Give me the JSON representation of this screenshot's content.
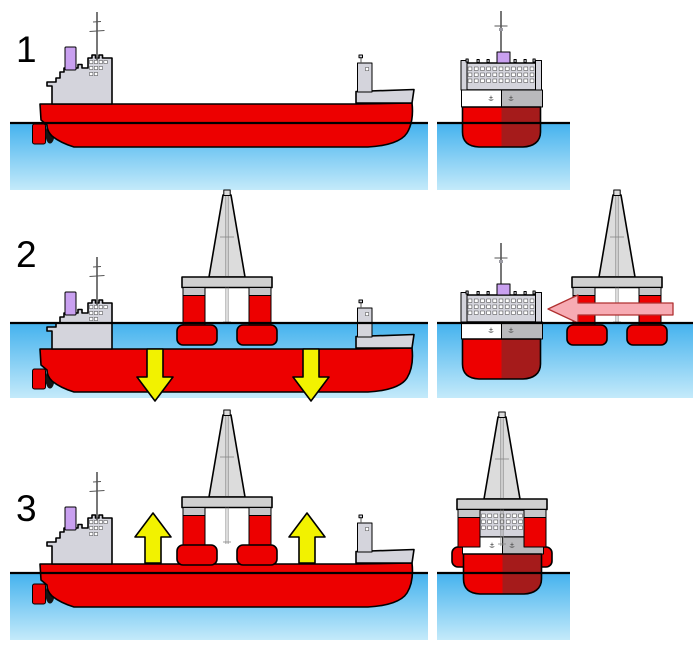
{
  "steps": [
    {
      "label": "1"
    },
    {
      "label": "2"
    },
    {
      "label": "3"
    }
  ],
  "icons": {
    "ballast_down_arrow": "arrow-down",
    "ballast_up_arrow": "arrow-up",
    "float_over_arrow": "arrow-left",
    "anchor_mark": "anchor"
  },
  "colors": {
    "hull_red": "#ED0000",
    "hull_dark_red": "#A51B1B",
    "superstructure_gray": "#D4D4DC",
    "band_gray": "#B9B9BC",
    "derrick_gray": "#DCDCDC",
    "beam_gray": "#D0D0D0",
    "cap_gray": "#C6C6C9",
    "funnel_purple": "#C9A0F0",
    "water_top": "#44B2EE",
    "water_bottom": "#C4EAFA",
    "arrow_yellow": "#F2F200",
    "arrow_pink": "#F7ABB3",
    "arrow_pink_stroke": "#B03030",
    "outline": "#000000"
  }
}
